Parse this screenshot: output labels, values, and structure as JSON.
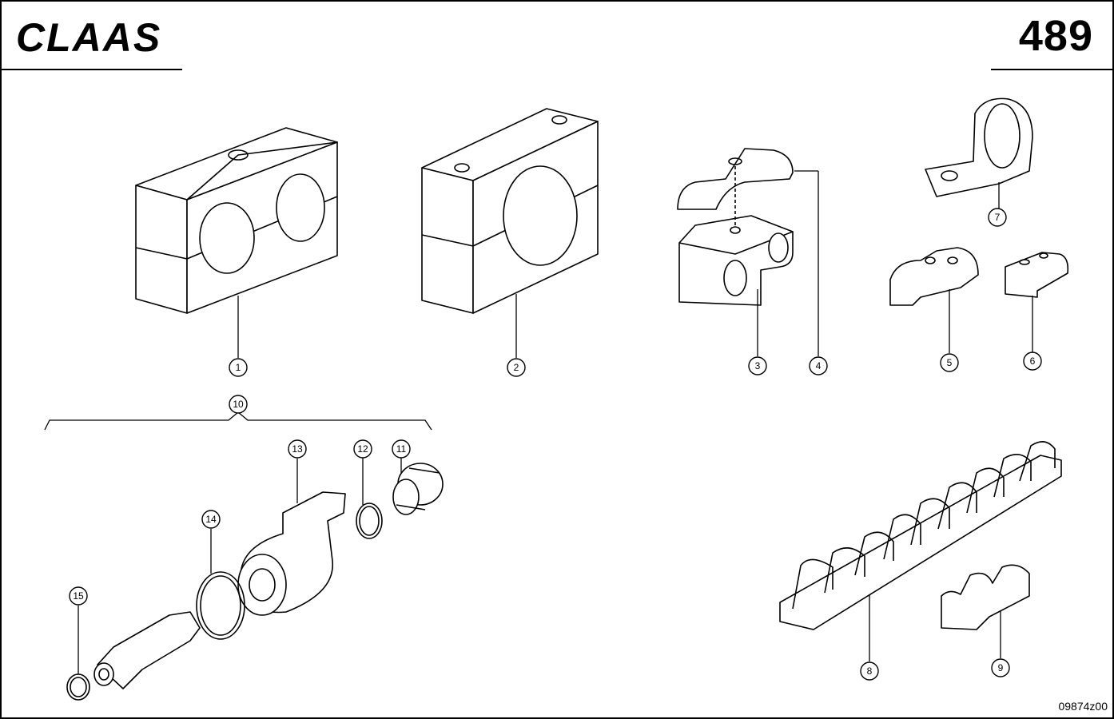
{
  "header": {
    "brand": "CLAAS",
    "page_number": "489"
  },
  "footer": {
    "drawing_code": "09874z00"
  },
  "callouts": [
    "1",
    "2",
    "3",
    "4",
    "5",
    "6",
    "7",
    "8",
    "9",
    "10",
    "11",
    "12",
    "13",
    "14",
    "15"
  ]
}
